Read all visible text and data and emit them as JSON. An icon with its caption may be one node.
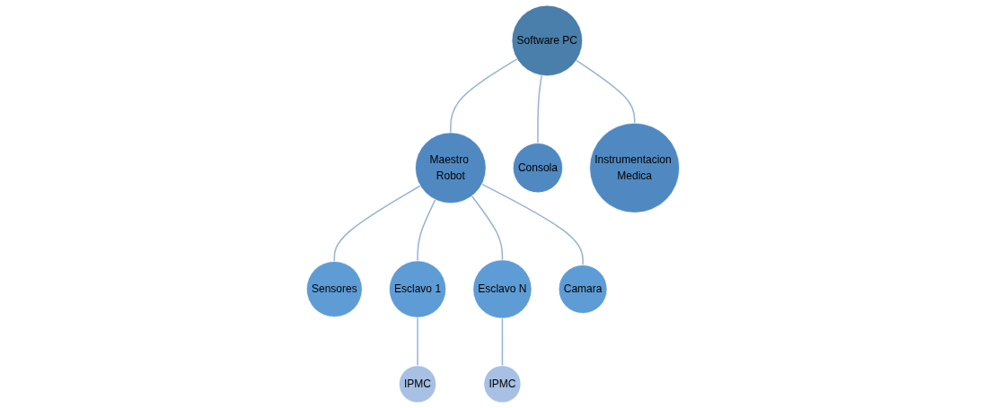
{
  "diagram": {
    "nodes": [
      {
        "text": [
          "Software PC"
        ]
      },
      {
        "text": [
          "Maestro Robot"
        ]
      },
      {
        "text": [
          "Consola"
        ]
      },
      {
        "text": [
          "Instrumentacion Medica"
        ]
      },
      {
        "text": [
          "Sensores"
        ]
      },
      {
        "text": [
          "Esclavo 1"
        ]
      },
      {
        "text": [
          "Esclavo N"
        ]
      },
      {
        "text": [
          "Camara"
        ]
      },
      {
        "text": [
          "IPMC"
        ]
      },
      {
        "text": [
          "IPMC"
        ]
      }
    ],
    "edges": [
      {
        "from": 0,
        "to": 1,
        "arrow": "none"
      },
      {
        "from": 0,
        "to": 2,
        "arrow": "none"
      },
      {
        "from": 0,
        "to": 3,
        "arrow": "none"
      },
      {
        "from": 1,
        "to": 4,
        "arrow": "none"
      },
      {
        "from": 1,
        "to": 5,
        "arrow": "none"
      },
      {
        "from": 1,
        "to": 6,
        "arrow": "none"
      },
      {
        "from": 1,
        "to": 7,
        "arrow": "none"
      },
      {
        "from": 5,
        "to": 8,
        "arrow": "none"
      },
      {
        "from": 6,
        "to": 9,
        "arrow": "none"
      }
    ]
  }
}
